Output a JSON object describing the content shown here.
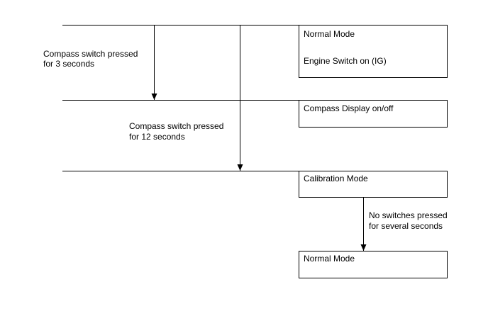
{
  "boxes": {
    "normal_mode_top": {
      "title": "Normal Mode",
      "subtitle": "Engine Switch on (IG)"
    },
    "compass_display": {
      "title": "Compass Display on/off"
    },
    "calibration_mode": {
      "title": "Calibration Mode"
    },
    "normal_mode_bottom": {
      "title": "Normal Mode"
    }
  },
  "transitions": {
    "press_3s": {
      "line1": "Compass switch pressed",
      "line2": "for 3 seconds"
    },
    "press_12s": {
      "line1": "Compass switch pressed",
      "line2": "for 12 seconds"
    },
    "no_press": {
      "line1": "No switches pressed",
      "line2": "for several seconds"
    }
  },
  "colors": {
    "line": "#000000",
    "background": "#ffffff"
  }
}
